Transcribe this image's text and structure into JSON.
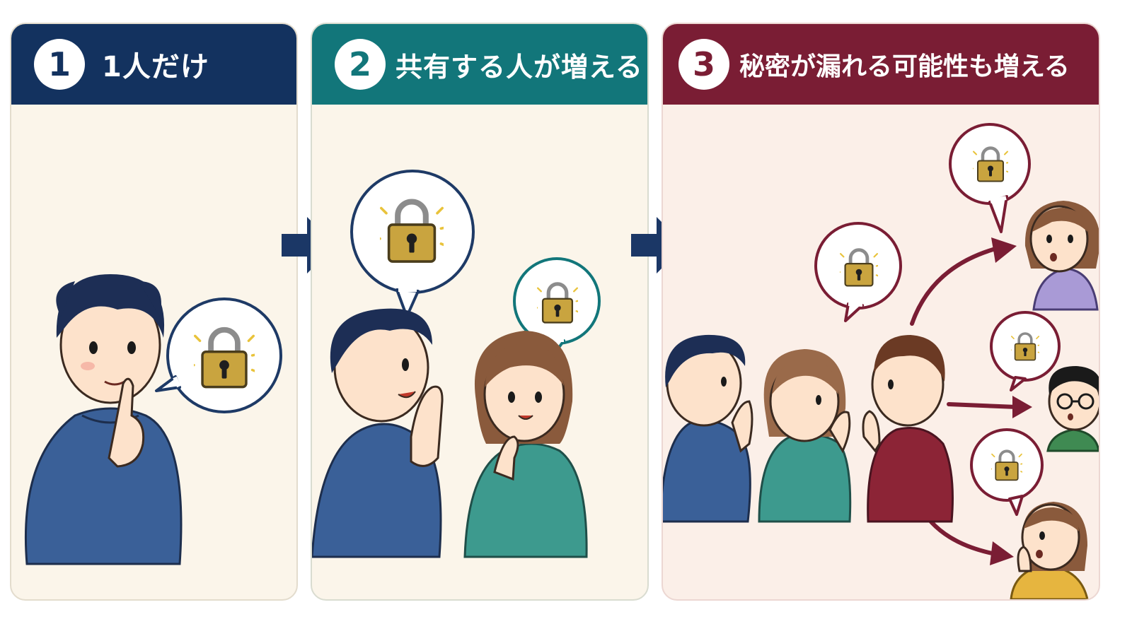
{
  "steps": [
    {
      "number": "1",
      "title": "1人だけ"
    },
    {
      "number": "2",
      "title": "共有する人が増える"
    },
    {
      "number": "3",
      "title": "秘密が漏れる可能性も増える"
    }
  ],
  "colors": {
    "navy": "#13325f",
    "teal": "#12767a",
    "maroon": "#7a1d34",
    "lock_gold": "#c9a43f",
    "panel_bg": "#fbf5ea"
  }
}
